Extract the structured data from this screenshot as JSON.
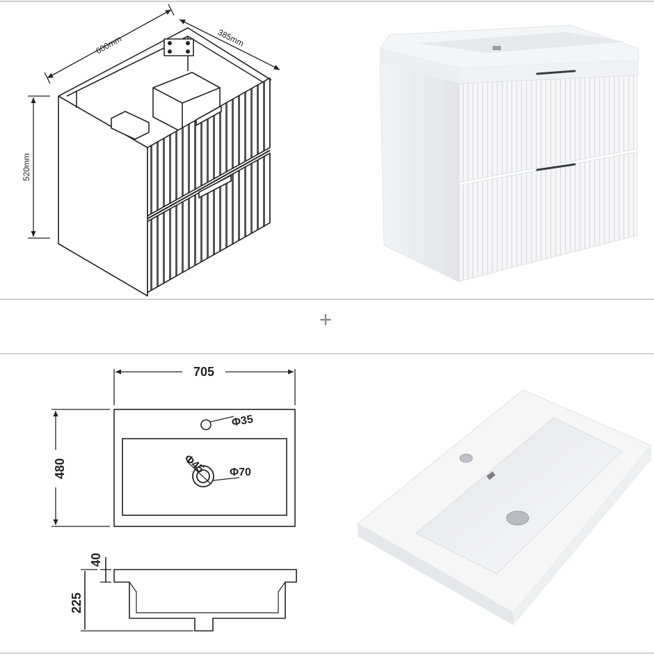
{
  "cabinet_drawing": {
    "width_label": "600mm",
    "depth_label": "385mm",
    "height_label": "520mm"
  },
  "separator": {
    "plus_symbol": "+"
  },
  "basin_drawing": {
    "width_label": "705",
    "depth_label": "480",
    "tap_hole_label": "Φ35",
    "drain_inner_label": "Φ45",
    "drain_outer_label": "Φ70",
    "rim_label": "40",
    "basin_height_label": "225"
  },
  "colors": {
    "line": "#222222",
    "divider": "#cfcfcf",
    "product_white": "#f7f7f8",
    "product_shadow": "#d9dadd"
  }
}
